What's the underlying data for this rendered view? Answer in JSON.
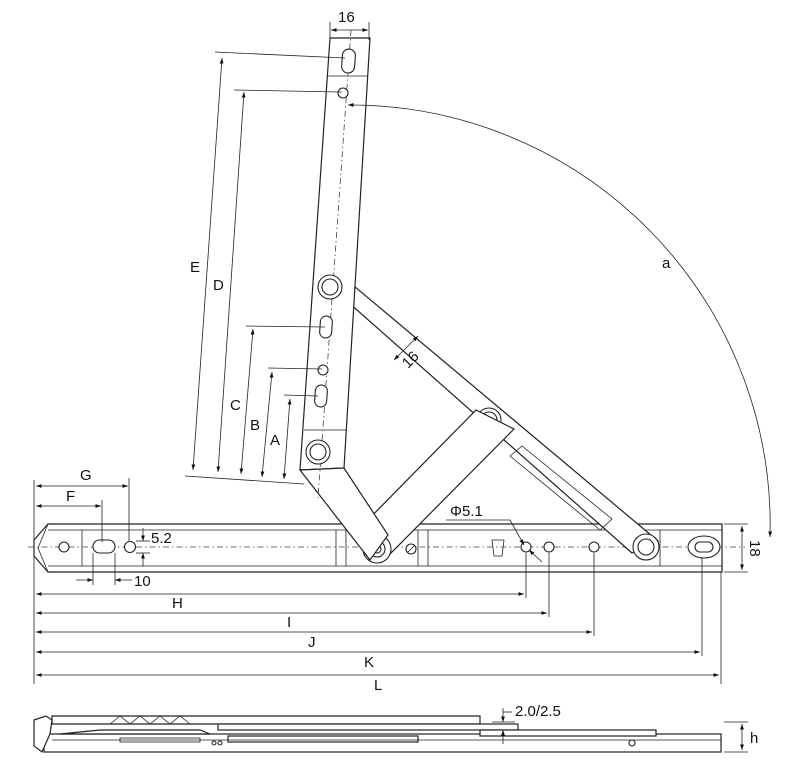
{
  "labels": {
    "arm_width": "16",
    "angle": "a",
    "E": "E",
    "D": "D",
    "C": "C",
    "B": "B",
    "A": "A",
    "link_width": "16",
    "G": "G",
    "F": "F",
    "hole_offset": "5.2",
    "slot_gap": "10",
    "hole_dia": "Φ5.1",
    "track_width": "18",
    "H": "H",
    "I": "I",
    "J": "J",
    "K": "K",
    "L": "L",
    "thickness": "2.0/2.5",
    "h": "h"
  }
}
